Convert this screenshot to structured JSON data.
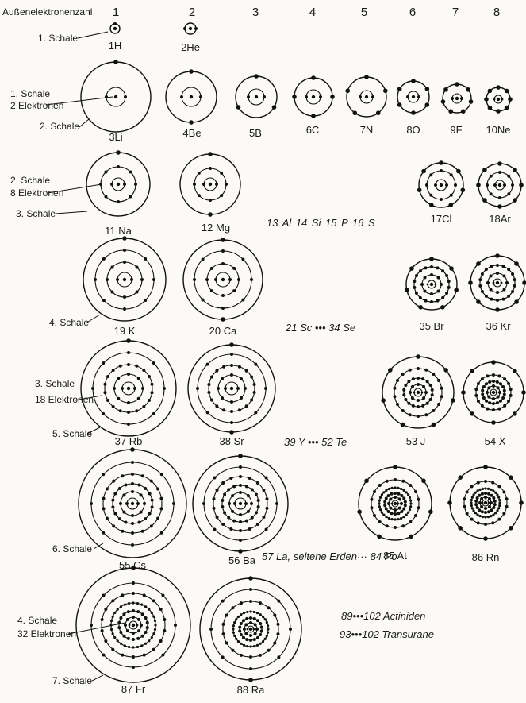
{
  "header": {
    "title": "Außenelektronenzahl",
    "columns": [
      "1",
      "2",
      "3",
      "4",
      "5",
      "6",
      "7",
      "8"
    ]
  },
  "elements": [
    {
      "label": "1H",
      "shells": [
        1
      ]
    },
    {
      "label": "2He",
      "shells": [
        2
      ]
    },
    {
      "label": "3Li",
      "shells": [
        2,
        1
      ]
    },
    {
      "label": "4Be",
      "shells": [
        2,
        2
      ]
    },
    {
      "label": "5B",
      "shells": [
        2,
        3
      ]
    },
    {
      "label": "6C",
      "shells": [
        2,
        4
      ]
    },
    {
      "label": "7N",
      "shells": [
        2,
        5
      ]
    },
    {
      "label": "8O",
      "shells": [
        2,
        6
      ]
    },
    {
      "label": "9F",
      "shells": [
        2,
        7
      ]
    },
    {
      "label": "10Ne",
      "shells": [
        2,
        8
      ]
    },
    {
      "label": "11 Na",
      "shells": [
        2,
        8,
        1
      ]
    },
    {
      "label": "12 Mg",
      "shells": [
        2,
        8,
        2
      ]
    },
    {
      "label": "17Cl",
      "shells": [
        2,
        8,
        7
      ]
    },
    {
      "label": "18Ar",
      "shells": [
        2,
        8,
        8
      ]
    },
    {
      "label": "19 K",
      "shells": [
        2,
        8,
        8,
        1
      ]
    },
    {
      "label": "20 Ca",
      "shells": [
        2,
        8,
        8,
        2
      ]
    },
    {
      "label": "35 Br",
      "shells": [
        2,
        8,
        18,
        7
      ]
    },
    {
      "label": "36 Kr",
      "shells": [
        2,
        8,
        18,
        8
      ]
    },
    {
      "label": "37 Rb",
      "shells": [
        2,
        8,
        18,
        8,
        1
      ]
    },
    {
      "label": "38 Sr",
      "shells": [
        2,
        8,
        18,
        8,
        2
      ]
    },
    {
      "label": "53 J",
      "shells": [
        2,
        8,
        18,
        18,
        7
      ]
    },
    {
      "label": "54 X",
      "shells": [
        2,
        8,
        18,
        18,
        8
      ]
    },
    {
      "label": "55 Cs",
      "shells": [
        2,
        8,
        18,
        18,
        8,
        1
      ]
    },
    {
      "label": "56 Ba",
      "shells": [
        2,
        8,
        18,
        18,
        8,
        2
      ]
    },
    {
      "label": "85 At",
      "shells": [
        2,
        8,
        18,
        32,
        18,
        7
      ]
    },
    {
      "label": "86 Rn",
      "shells": [
        2,
        8,
        18,
        32,
        18,
        8
      ]
    },
    {
      "label": "87 Fr",
      "shells": [
        2,
        8,
        18,
        32,
        18,
        8,
        1
      ]
    },
    {
      "label": "88 Ra",
      "shells": [
        2,
        8,
        18,
        32,
        18,
        8,
        2
      ]
    }
  ],
  "middle_texts": {
    "row3": "13 Al    14 Si    15 P    16 S",
    "row4": "21 Sc  •••  34 Se",
    "row5": "39 Y  •••  52 Te",
    "row6": "57 La, seltene Erden··· 84 Po",
    "row7a": "89•••102  Actiniden",
    "row7b": "93•••102  Transurane"
  },
  "shell_labels": {
    "s1": "1. Schale",
    "s1_row2": "1. Schale",
    "e2": "2 Elektronen",
    "s2": "2. Schale",
    "s2_row3": "2. Schale",
    "e8": "8 Elektronen",
    "s3": "3. Schale",
    "s4": "4. Schale",
    "s3_row5": "3. Schale",
    "e18": "18 Elektronen",
    "s5": "5. Schale",
    "s6": "6. Schale",
    "s4_row7": "4. Schale",
    "e32": "32 Elektronen",
    "s7": "7. Schale"
  }
}
